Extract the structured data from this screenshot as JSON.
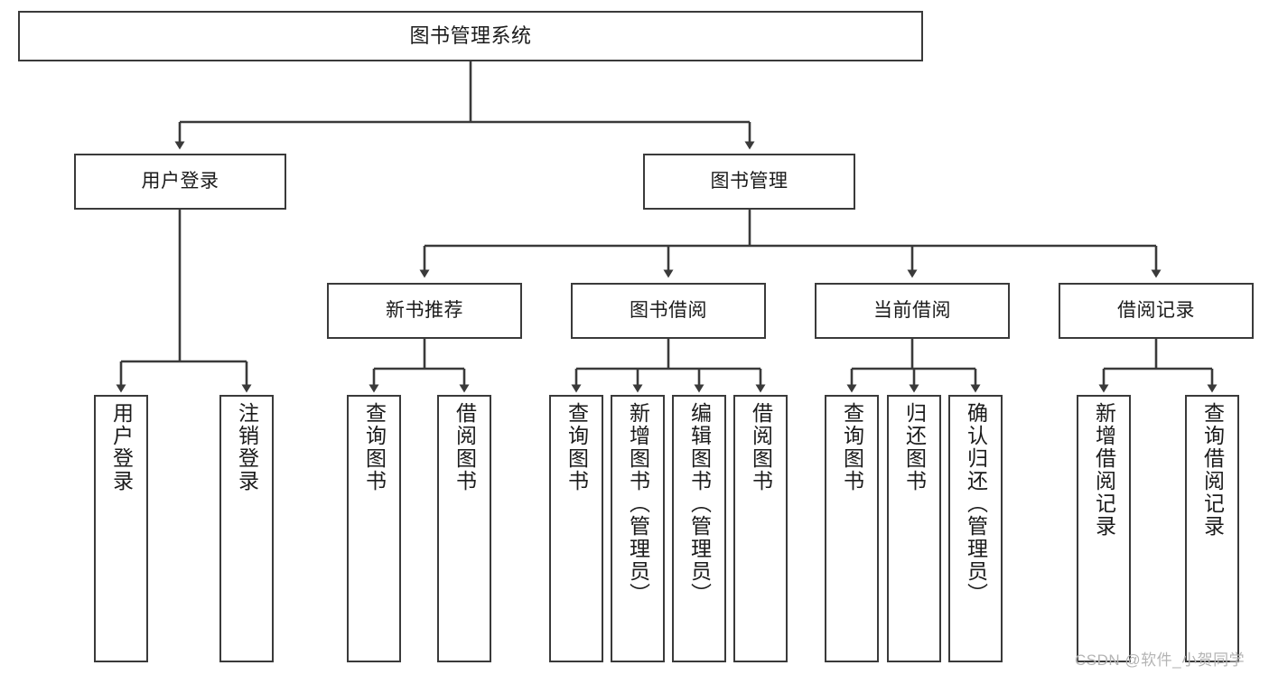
{
  "diagram": {
    "title": "图书管理系统",
    "type": "tree-hierarchy",
    "watermark": "CSDN @软件_小贺同学",
    "colors": {
      "box_border": "#3a3a3a",
      "box_fill": "#ffffff",
      "connector": "#3a3a3a",
      "text": "#1b1b1b",
      "watermark": "#b4b4b4",
      "background": "#ffffff"
    }
  },
  "nodes": {
    "root": {
      "label": "图书管理系统"
    },
    "level2": [
      {
        "id": "user-login",
        "label": "用户登录"
      },
      {
        "id": "book-manage",
        "label": "图书管理"
      }
    ],
    "level3": [
      {
        "id": "new-book-recommend",
        "label": "新书推荐"
      },
      {
        "id": "book-borrow",
        "label": "图书借阅"
      },
      {
        "id": "current-borrow",
        "label": "当前借阅"
      },
      {
        "id": "borrow-record",
        "label": "借阅记录"
      }
    ],
    "leaves": {
      "user-login": [
        {
          "id": "leaf-user-login",
          "label": "用户登录"
        },
        {
          "id": "leaf-logout-login",
          "label": "注销登录"
        }
      ],
      "new-book-recommend": [
        {
          "id": "leaf-query-book-1",
          "label": "查询图书"
        },
        {
          "id": "leaf-borrow-book-1",
          "label": "借阅图书"
        }
      ],
      "book-borrow": [
        {
          "id": "leaf-query-book-2",
          "label": "查询图书"
        },
        {
          "id": "leaf-add-book",
          "label": "新增图书（管理员）"
        },
        {
          "id": "leaf-edit-book",
          "label": "编辑图书（管理员）"
        },
        {
          "id": "leaf-borrow-book-2",
          "label": "借阅图书"
        }
      ],
      "current-borrow": [
        {
          "id": "leaf-query-book-3",
          "label": "查询图书"
        },
        {
          "id": "leaf-return-book",
          "label": "归还图书"
        },
        {
          "id": "leaf-confirm-return",
          "label": "确认归还（管理员）"
        }
      ],
      "borrow-record": [
        {
          "id": "leaf-add-record",
          "label": "新增借阅记录"
        },
        {
          "id": "leaf-query-record",
          "label": "查询借阅记录"
        }
      ]
    }
  }
}
